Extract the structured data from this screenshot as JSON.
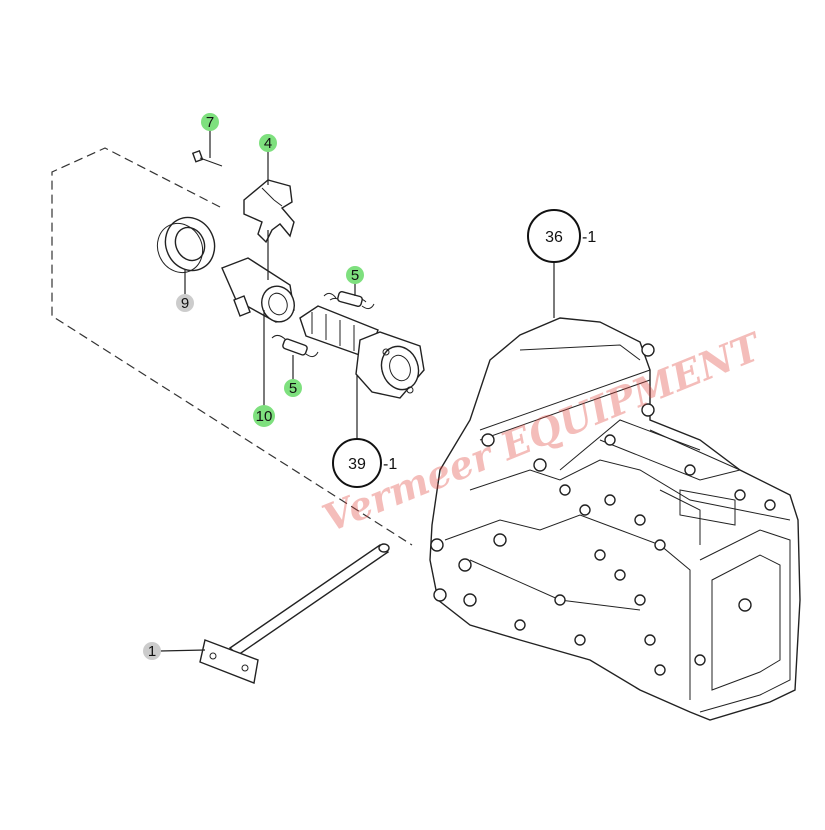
{
  "callouts": [
    {
      "id": "7",
      "color": "#7ee07e"
    },
    {
      "id": "4",
      "color": "#7ee07e"
    },
    {
      "id": "9",
      "color": "#cccccc"
    },
    {
      "id": "5a",
      "label": "5",
      "color": "#7ee07e"
    },
    {
      "id": "5b",
      "label": "5",
      "color": "#7ee07e"
    },
    {
      "id": "10",
      "color": "#7ee07e"
    },
    {
      "id": "1",
      "color": "#cccccc"
    }
  ],
  "references": [
    {
      "id": "36",
      "suffix": "-1"
    },
    {
      "id": "39",
      "suffix": "-1"
    }
  ],
  "watermark": {
    "text": "Vermeer EQUIPMENT",
    "color": "#e0453c"
  }
}
